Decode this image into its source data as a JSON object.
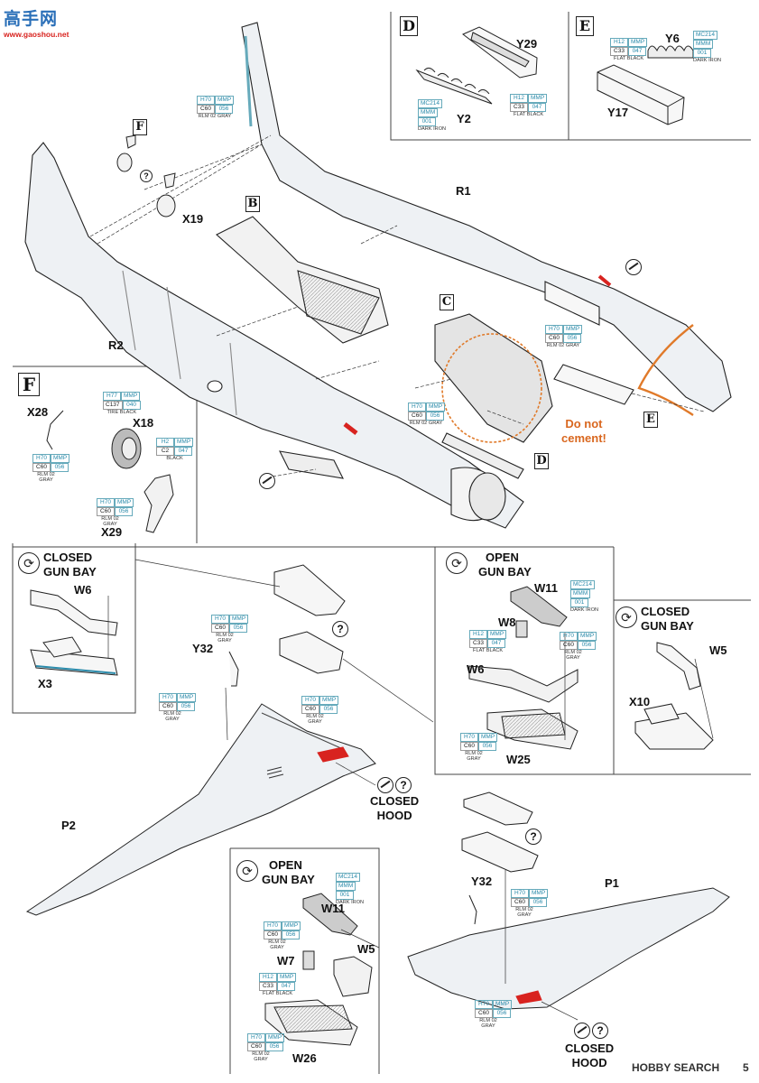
{
  "watermark": {
    "site_cn": "高手网",
    "site_url": "www.gaoshou.net"
  },
  "footer": {
    "brand": "HOBBY SEARCH",
    "page": "5"
  },
  "inset_D": {
    "box": "D",
    "parts": [
      "Y29",
      "Y2"
    ],
    "y2_color": {
      "codes": [
        "MC214",
        "MMM",
        "001"
      ],
      "name": "DARK IRON"
    },
    "y29_color": {
      "codes": [
        "H12",
        "MMP",
        "C33",
        "047"
      ],
      "name": "FLAT BLACK"
    }
  },
  "inset_E": {
    "box": "E",
    "parts": [
      "Y6",
      "Y17"
    ],
    "y6_color": {
      "codes": [
        "MC214",
        "MMM",
        "001"
      ],
      "name": "DARK IRON"
    },
    "y17_color": {
      "codes": [
        "H12",
        "MMP",
        "C33",
        "047"
      ],
      "name": "FLAT BLACK"
    }
  },
  "fuselage": {
    "labels": [
      "R1",
      "R2",
      "X19",
      "F",
      "B",
      "C",
      "D",
      "E"
    ],
    "tail_color": {
      "codes": [
        "H70",
        "MMP",
        "C60",
        "056"
      ],
      "name": "RLM 02 GRAY"
    },
    "nose_color": {
      "codes": [
        "H70",
        "MMP",
        "C60",
        "056"
      ],
      "name": "RLM 02 GRAY"
    },
    "cowl_color": {
      "codes": [
        "H70",
        "MMP",
        "C60",
        "056"
      ],
      "name": "RLM 02 GRAY"
    },
    "warning": [
      "Do not",
      "cement!"
    ]
  },
  "inset_F": {
    "box": "F",
    "parts": [
      "X28",
      "X18",
      "X29"
    ],
    "tire_color": {
      "codes": [
        "H77",
        "MMP",
        "C137",
        "040"
      ],
      "name": "TIRE BLACK"
    },
    "hub_color": {
      "codes": [
        "H2",
        "MMP",
        "C2",
        "047"
      ],
      "name": "BLACK"
    },
    "x28_color": {
      "codes": [
        "H70",
        "MMP",
        "C60",
        "056"
      ],
      "name": "RLM 02 GRAY"
    },
    "x29_color": {
      "codes": [
        "H70",
        "MMP",
        "C60",
        "056"
      ],
      "name": "RLM 02 GRAY"
    }
  },
  "closed_left": {
    "title": [
      "CLOSED",
      "GUN BAY"
    ],
    "parts": [
      "W6",
      "X3"
    ]
  },
  "open_center": {
    "title": [
      "OPEN",
      "GUN BAY"
    ],
    "parts": [
      "W11",
      "W8",
      "W6",
      "W25"
    ],
    "w11_color": {
      "codes": [
        "MC214",
        "MMM",
        "001"
      ],
      "name": "DARK IRON"
    },
    "w8_color": {
      "codes": [
        "H12",
        "MMP",
        "C33",
        "047"
      ],
      "name": "FLAT BLACK"
    },
    "w6_color": {
      "codes": [
        "H70",
        "MMP",
        "C60",
        "056"
      ],
      "name": "RLM 02 GRAY"
    },
    "w25_color": {
      "codes": [
        "H70",
        "MMP",
        "C60",
        "056"
      ],
      "name": "RLM 02 GRAY"
    }
  },
  "closed_right": {
    "title": [
      "CLOSED",
      "GUN BAY"
    ],
    "parts": [
      "W5",
      "X10"
    ]
  },
  "left_wing": {
    "parts": [
      "Y32",
      "P2"
    ],
    "hood": [
      "CLOSED",
      "HOOD"
    ],
    "y32_color": {
      "codes": [
        "H70",
        "MMP",
        "C60",
        "056"
      ],
      "name": "RLM 02 GRAY"
    },
    "bay_color": {
      "codes": [
        "H70",
        "MMP",
        "C60",
        "056"
      ],
      "name": "RLM 02 GRAY"
    },
    "bay2_color": {
      "codes": [
        "H70",
        "MMP",
        "C60",
        "056"
      ],
      "name": "RLM 02 GRAY"
    }
  },
  "open_bottom": {
    "title": [
      "OPEN",
      "GUN BAY"
    ],
    "parts": [
      "W11",
      "W5",
      "W7",
      "W26"
    ],
    "w11_color": {
      "codes": [
        "MC214",
        "MMM",
        "001"
      ],
      "name": "DARK IRON"
    },
    "w5_color": {
      "codes": [
        "H70",
        "MMP",
        "C60",
        "056"
      ],
      "name": "RLM 02 GRAY"
    },
    "w7_color": {
      "codes": [
        "H12",
        "MMP",
        "C33",
        "047"
      ],
      "name": "FLAT BLACK"
    },
    "w26_color": {
      "codes": [
        "H70",
        "MMP",
        "C60",
        "056"
      ],
      "name": "RLM 02 GRAY"
    }
  },
  "right_wing": {
    "parts": [
      "Y32",
      "P1"
    ],
    "hood": [
      "CLOSED",
      "HOOD"
    ],
    "y32_color": {
      "codes": [
        "H70",
        "MMP",
        "C60",
        "056"
      ],
      "name": "RLM 02 GRAY"
    },
    "bay_color": {
      "codes": [
        "H70",
        "MMP",
        "C60",
        "056"
      ],
      "name": "RLM 02 GRAY"
    }
  },
  "colors": {
    "paint_code": "#2a8aaa",
    "accent_red": "#d8231f",
    "accent_orange": "#e07a2a",
    "fuselage_fill": "#eef1f4",
    "line": "#222222"
  }
}
